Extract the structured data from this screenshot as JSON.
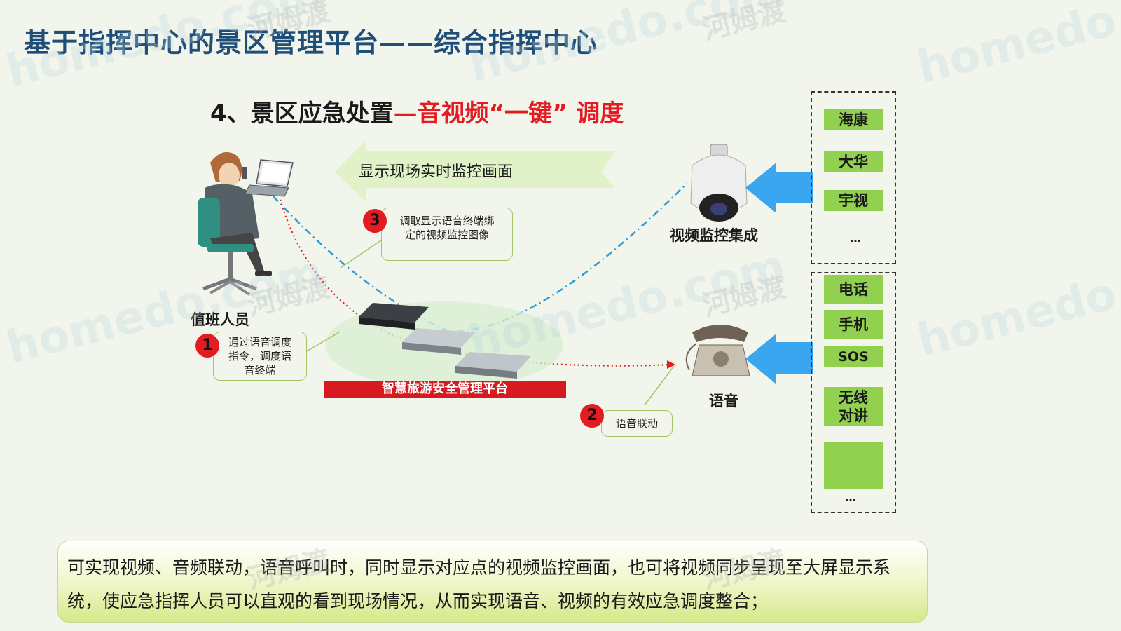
{
  "title": "基于指挥中心的景区管理平台——综合指挥中心",
  "subtitle": {
    "prefix": "4、景区应急处置",
    "highlight": "—音视频“一键” 调度"
  },
  "banner": "显示现场实时监控画面",
  "callouts": {
    "step1": {
      "num": "1",
      "line1": "通过语音调度",
      "line2": "指令，调度语",
      "line3": "音终端"
    },
    "step2": {
      "num": "2",
      "text": "语音联动"
    },
    "step3": {
      "num": "3",
      "line1": "调取显示语音终端绑",
      "line2": "定的视频监控图像"
    }
  },
  "labels": {
    "operator": "值班人员",
    "video": "视频监控集成",
    "voice": "语音",
    "platform": "智慧旅游安全管理平台"
  },
  "video_vendors": [
    "海康",
    "大华",
    "宇视"
  ],
  "voice_terminals": [
    "电话",
    "手机",
    "SOS"
  ],
  "radio": {
    "line1": "无线",
    "line2": "对讲"
  },
  "ellipsis": "…",
  "summary": "可实现视频、音频联动，语音呼叫时，同时显示对应点的视频监控画面，也可将视频同步呈现至大屏显示系统，使应急指挥人员可以直观的看到现场情况，从而实现语音、视频的有效应急调度整合；",
  "watermarks": {
    "en": "homedo.com",
    "cn": "河姆渡"
  },
  "colors": {
    "title": "#1f4e79",
    "accent_red": "#e31b23",
    "tag_green": "#92d050",
    "arrow_blue": "#3aa6f0"
  }
}
